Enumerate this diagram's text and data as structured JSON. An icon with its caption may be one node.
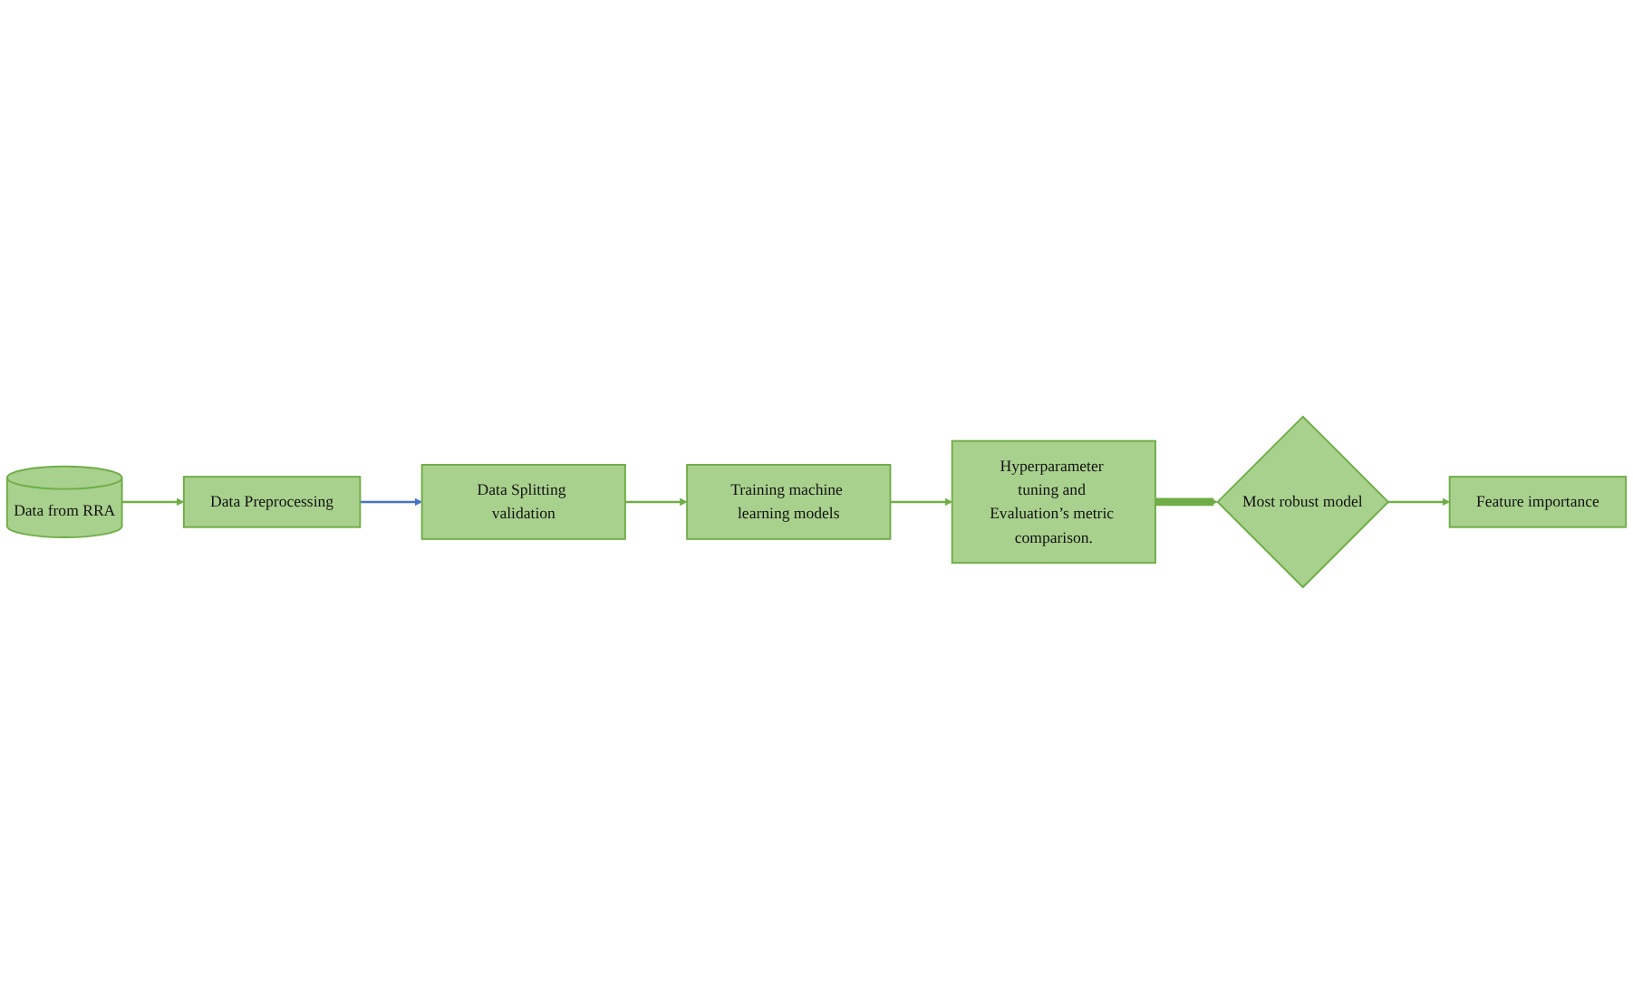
{
  "diagram": {
    "nodes": [
      {
        "text": [
          "Data from RRA"
        ]
      },
      {
        "text": [
          "Data Preprocessing"
        ]
      },
      {
        "text": [
          "Data Splitting validation"
        ]
      },
      {
        "text": [
          "Training machine learning models"
        ]
      },
      {
        "text": [
          "Hyperparameter tuning and Evaluation’s metric comparison."
        ]
      },
      {
        "text": [
          "Most robust model"
        ]
      },
      {
        "text": [
          "Feature importance"
        ]
      }
    ],
    "edges": [
      {
        "from": 0,
        "to": 1,
        "arrow": "to"
      },
      {
        "from": 1,
        "to": 2,
        "arrow": "to",
        "color": "#4472c4"
      },
      {
        "from": 2,
        "to": 3,
        "arrow": "to"
      },
      {
        "from": 3,
        "to": 4,
        "arrow": "to"
      },
      {
        "from": 4,
        "to": 5,
        "arrow": "to",
        "style": "thick"
      },
      {
        "from": 5,
        "to": 6,
        "arrow": "to"
      }
    ]
  }
}
